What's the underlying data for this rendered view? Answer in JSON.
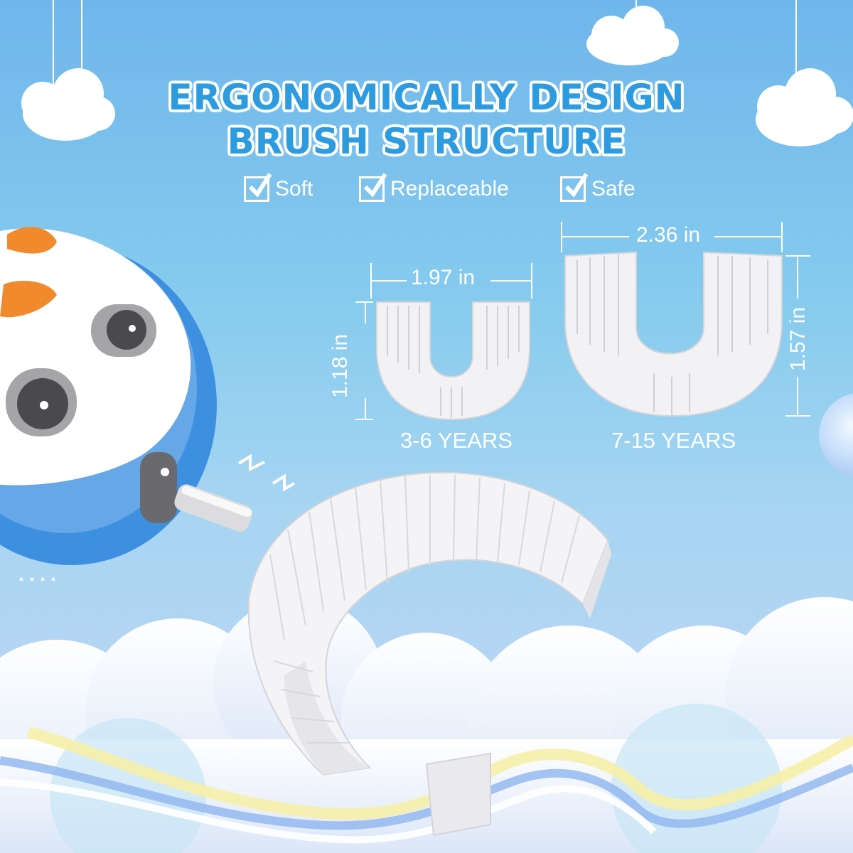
{
  "headline": {
    "line1": "ERGONOMICALLY DESIGN",
    "line2": "BRUSH STRUCTURE"
  },
  "features": [
    {
      "label": "Soft",
      "icon": "checkbox-checked-icon"
    },
    {
      "label": "Replaceable",
      "icon": "checkbox-checked-icon"
    },
    {
      "label": "Safe",
      "icon": "checkbox-checked-icon"
    }
  ],
  "small_brush": {
    "width": "1.97 in",
    "height": "1.18 in",
    "age": "3-6 YEARS"
  },
  "large_brush": {
    "width": "2.36 in",
    "height": "1.57 in",
    "age": "7-15 YEARS"
  },
  "colors": {
    "title": "#2d9be0",
    "sky": "#7cc4ee",
    "penguin_body": "#3d8fe0",
    "beak": "#f08a2c"
  }
}
